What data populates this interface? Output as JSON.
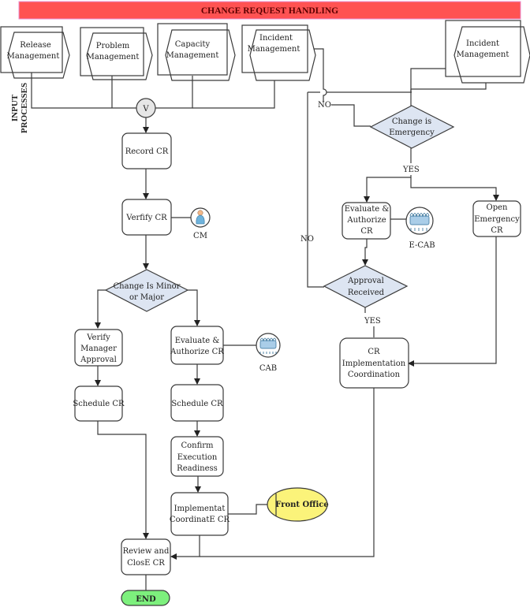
{
  "header": {
    "title": "CHANGE REQUEST HANDLING",
    "color": "#ff5252"
  },
  "side_label": {
    "line1": "INPUT",
    "line2": "PROCESSES"
  },
  "inputs": [
    {
      "line1": "Release",
      "line2": "Management"
    },
    {
      "line1": "Problem",
      "line2": "Management"
    },
    {
      "line1": "Capacity",
      "line2": "Management"
    },
    {
      "line1": "Incident",
      "line2": "Management"
    },
    {
      "line1": "Incident",
      "line2": "Management"
    }
  ],
  "merge_gateway": {
    "label": "V"
  },
  "steps": {
    "record": {
      "lines": [
        "Record CR"
      ]
    },
    "verify": {
      "lines": [
        "Verfify CR"
      ]
    },
    "verify_manager": {
      "lines": [
        "Verify",
        "Manager",
        "Approval"
      ]
    },
    "schedule_minor": {
      "lines": [
        "Schedule CR"
      ]
    },
    "evaluate": {
      "lines": [
        "Evaluate &",
        "Authorize CR"
      ]
    },
    "schedule_major": {
      "lines": [
        "Schedule CR"
      ]
    },
    "confirm": {
      "lines": [
        "Confirm",
        "Execution",
        "Readiness"
      ]
    },
    "implement": {
      "lines": [
        "Implementat",
        "CoordinatE CR"
      ]
    },
    "review": {
      "lines": [
        "Review and",
        "ClosE CR"
      ]
    },
    "evaluate_emergency": {
      "lines": [
        "Evaluate &",
        "Authorize",
        "CR"
      ]
    },
    "open_emergency": {
      "lines": [
        "Open",
        "Emergency",
        "CR"
      ]
    },
    "cr_impl_coord": {
      "lines": [
        "CR",
        "Implementation",
        "Coordination"
      ]
    }
  },
  "decisions": {
    "minor_major": {
      "lines": [
        "Change Is Minor",
        "or Major"
      ]
    },
    "emergency": {
      "lines": [
        "Change is",
        "Emergency"
      ]
    },
    "approval": {
      "lines": [
        "Approval",
        "Received"
      ]
    }
  },
  "actors": {
    "cm": {
      "label": "CM",
      "icon": "person-icon"
    },
    "cab": {
      "label": "CAB",
      "icon": "meeting-icon"
    },
    "ecab": {
      "label": "E-CAB",
      "icon": "meeting-icon"
    },
    "front_office": {
      "label": "Front Office",
      "color": "#fbf37a"
    }
  },
  "edge_labels": {
    "no_top": "NO",
    "yes_emergency": "YES",
    "no_approval": "NO",
    "yes_approval": "YES"
  },
  "end": {
    "label": "END",
    "color": "#7df07d"
  },
  "colors": {
    "decision_fill": "#dde5f2",
    "gateway_fill": "#e6e6e6"
  }
}
